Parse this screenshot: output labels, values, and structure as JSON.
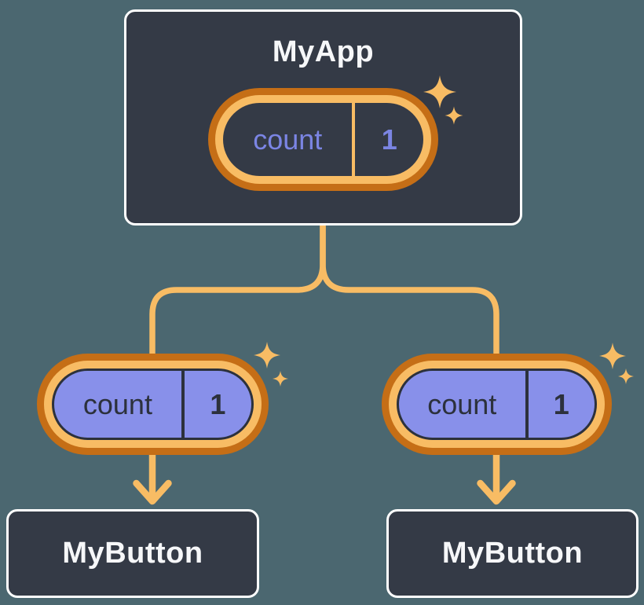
{
  "diagram": {
    "description": "React component tree: parent state passed down as props",
    "root": {
      "title": "MyApp",
      "state": {
        "name": "count",
        "value": "1"
      }
    },
    "children": [
      {
        "title": "MyButton",
        "prop": {
          "name": "count",
          "value": "1"
        }
      },
      {
        "title": "MyButton",
        "prop": {
          "name": "count",
          "value": "1"
        }
      }
    ],
    "icons": [
      "sparkle-icon",
      "arrow-down-icon"
    ],
    "colors": {
      "background": "#4B6770",
      "node_fill": "#343A46",
      "node_border": "#FFFFFF",
      "node_text": "#F6F7F9",
      "connector": "#F8BC64",
      "pill_ring_outer": "#C56E16",
      "pill_ring_inner": "#F8BC64",
      "state_pill_fill": "#343A46",
      "state_pill_text": "#7B85E4",
      "prop_pill_fill": "#8890EA",
      "prop_pill_text": "#2C313C",
      "sparkle": "#F8BC64"
    }
  }
}
